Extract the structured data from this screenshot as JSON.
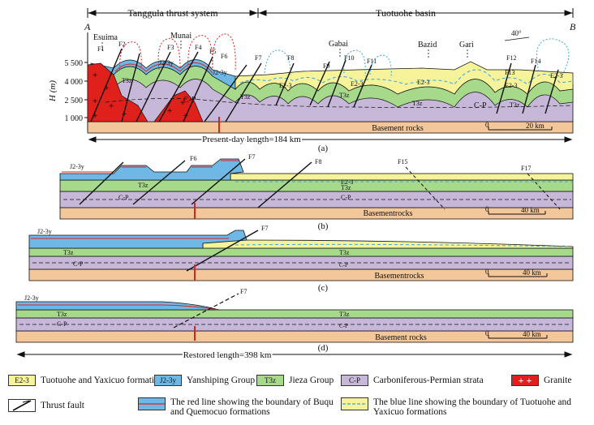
{
  "header": {
    "left_system": "Tanggula thrust system",
    "right_system": "Tuotuohe basin",
    "end_left": "A",
    "end_right": "B",
    "strike": "40°"
  },
  "places": [
    "Esuima",
    "Munai",
    "Gabai",
    "Bazid",
    "Gari"
  ],
  "axis": {
    "label": "H (m)",
    "ticks": [
      "5 500",
      "4 000",
      "2 500",
      "1 000"
    ]
  },
  "faults": {
    "a": [
      "F1",
      "F2",
      "F3",
      "F4",
      "F5",
      "F6",
      "F7",
      "F8",
      "F9",
      "F10",
      "F11",
      "F12",
      "F13",
      "F14"
    ],
    "b": [
      "F6",
      "F7",
      "F8",
      "F15",
      "F17"
    ],
    "c": [
      "F7"
    ],
    "d": [
      "F7"
    ]
  },
  "unit_labels": {
    "e23": "E2-3",
    "j": "J2-3y",
    "t": "T3z",
    "cp": "C-P",
    "basement_a": "Basement rocks",
    "basement_b": "Basementrocks",
    "basement_c": "Basementrocks",
    "basement_d": "Basement rocks"
  },
  "scales": {
    "a": "20 km",
    "b": "40 km",
    "c": "40 km",
    "d": "40 km",
    "zero": "0"
  },
  "lengths": {
    "present": "Present-day length=184 km",
    "restored": "Restored length=398 km"
  },
  "panels": [
    "(a)",
    "(b)",
    "(c)",
    "(d)"
  ],
  "legend": [
    {
      "code": "E2-3",
      "text": "Tuotuohe and Yaxicuo formations",
      "color": "#f6f39a"
    },
    {
      "code": "J2-3y",
      "text": "Yanshiping Group",
      "color": "#6fb8e6"
    },
    {
      "code": "T3z",
      "text": "Jieza Group",
      "color": "#a6d98a"
    },
    {
      "code": "C-P",
      "text": "Carboniferous-Permian strata",
      "color": "#c7b8da"
    },
    {
      "code": "",
      "text": "Granite",
      "color": "#e0211b"
    },
    {
      "code": "",
      "text": "Thrust fault",
      "color": "#ffffff"
    },
    {
      "code": "",
      "text": "The red line showing the boundary of Buqu and Quemocuo formations",
      "color": "#6fb8e6"
    },
    {
      "code": "",
      "text": "The blue  line showing the boundary of Tuotuohe  and Yaxicuo formations",
      "color": "#f6f39a"
    }
  ],
  "colors": {
    "basement": "#f4c79a",
    "cp": "#c7b8da",
    "t": "#a6d98a",
    "j": "#6fb8e6",
    "e": "#f6f39a",
    "granite": "#e0211b",
    "red_line": "#e0211b",
    "blue_line": "#3aa6e0"
  }
}
